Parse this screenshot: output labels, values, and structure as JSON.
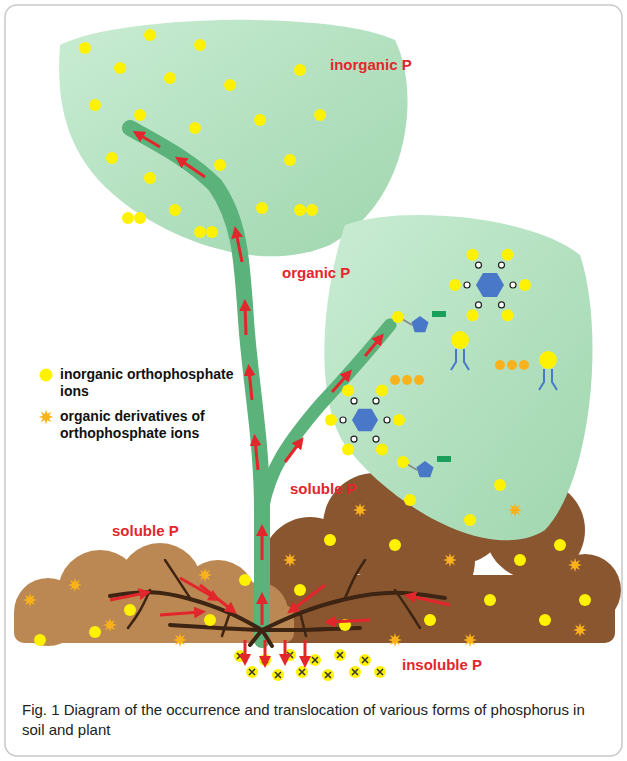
{
  "diagram": {
    "caption": "Fig. 1 Diagram of the occurrence and translocation of various forms of phosphorus in soil and plant",
    "labels": [
      "inorganic P",
      "organic P",
      "soluble P",
      "soluble P",
      "insoluble P"
    ],
    "legend": [
      {
        "text": "inorganic orthophosphate ions",
        "color": "#fff200"
      },
      {
        "text": "organic derivatives of orthophosphate ions",
        "color": "#f9b21b"
      }
    ]
  }
}
